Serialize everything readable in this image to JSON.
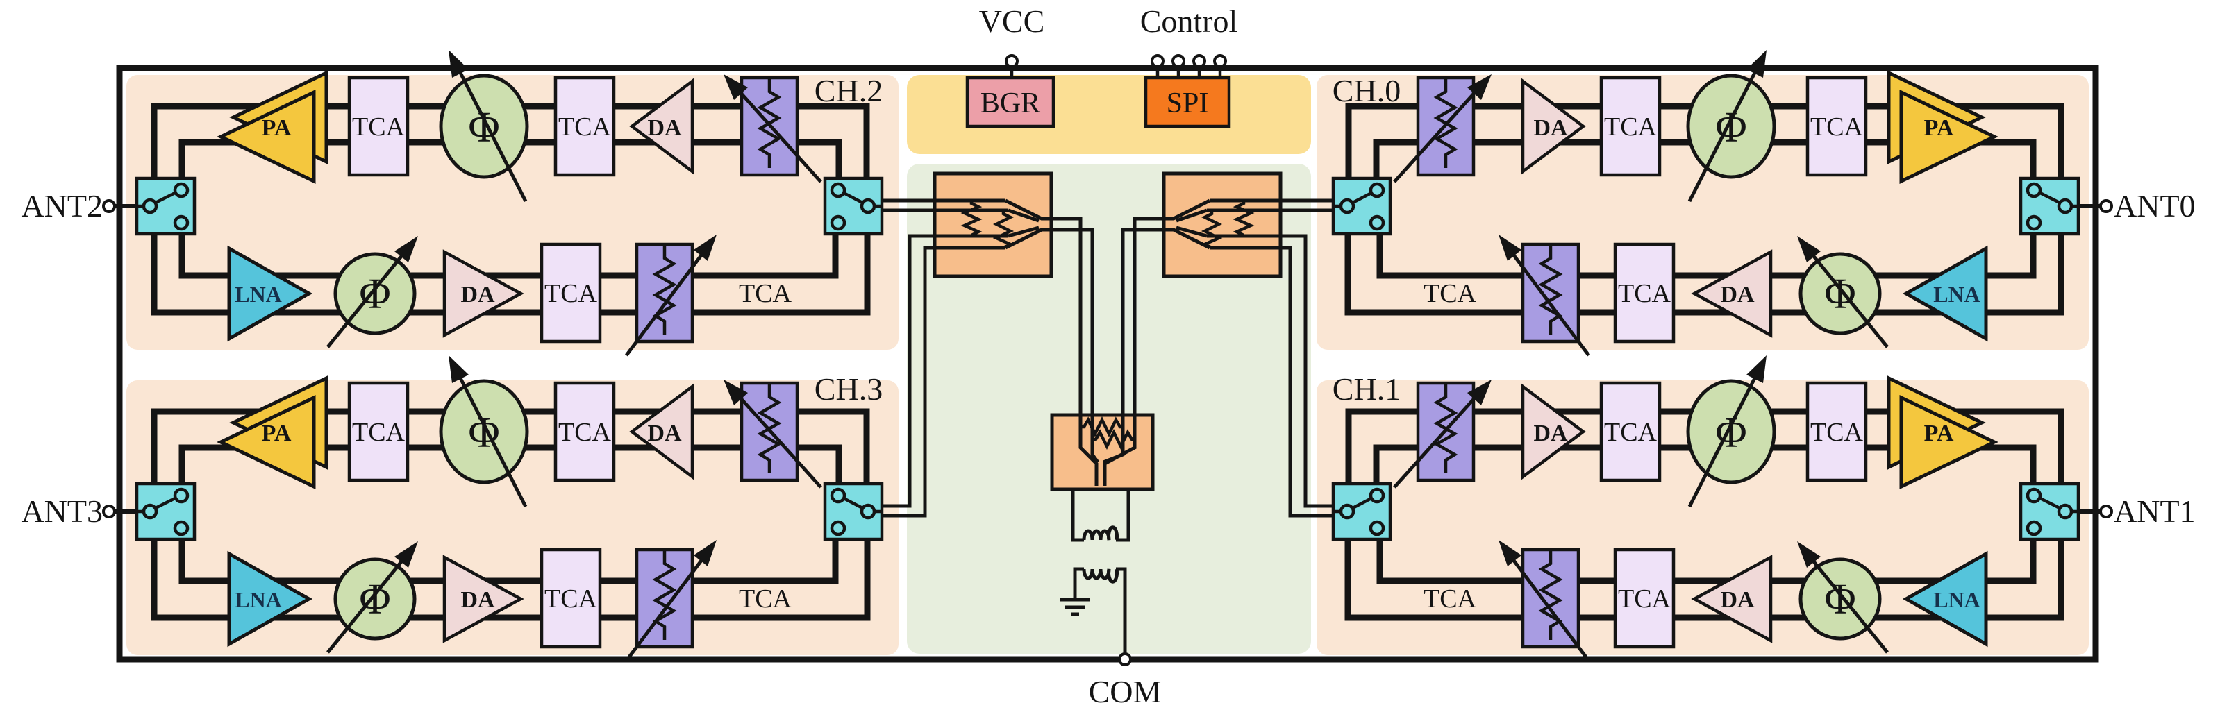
{
  "labels": {
    "pa": "PA",
    "tca": "TCA",
    "phi": "Φ",
    "da": "DA",
    "lna": "LNA"
  },
  "channels": [
    {
      "name": "CH.0"
    },
    {
      "name": "CH.1"
    },
    {
      "name": "CH.2"
    },
    {
      "name": "CH.3"
    }
  ],
  "ports": {
    "ant0": "ANT0",
    "ant1": "ANT1",
    "ant2": "ANT2",
    "ant3": "ANT3",
    "vcc": "VCC",
    "control": "Control",
    "com": "COM"
  },
  "blocks": {
    "bgr": "BGR",
    "spi": "SPI"
  },
  "colors": {
    "channel_bg": "#FAE6D4",
    "supply_bg": "#FBDF94",
    "combine_bg": "#E7EEDD",
    "combiner_block": "#F7BE8B",
    "pa": "#F4C73E",
    "tca": "#EFE2F8",
    "attenuator": "#A89CE2",
    "phase_shifter": "#CDDFAF",
    "da": "#F0D9D8",
    "lna": "#55C4DB",
    "switch": "#7EDDE2",
    "bgr": "#EC9FA8",
    "spi": "#F5791E",
    "wire": "#141414"
  }
}
